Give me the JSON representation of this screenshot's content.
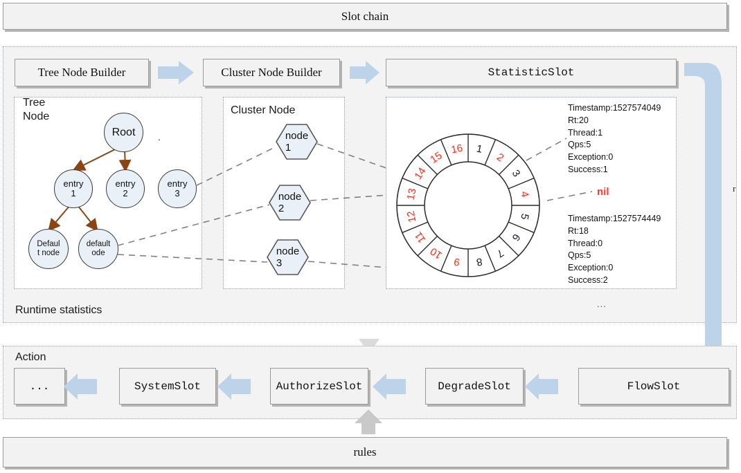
{
  "header": {
    "title": "Slot chain"
  },
  "pipeline": {
    "boxes": [
      {
        "label": "Tree Node Builder",
        "font": "serif"
      },
      {
        "label": "Cluster Node Builder",
        "font": "serif"
      },
      {
        "label": "StatisticSlot",
        "font": "mono"
      }
    ],
    "arrow_icon": "right-arrow-icon"
  },
  "runtime": {
    "label": "Runtime statistics",
    "tree_panel": {
      "title": "Tree\nNode"
    },
    "cluster_panel": {
      "title": "Cluster Node"
    },
    "statistic_panel": {
      "ellipsis": "..."
    }
  },
  "tree": {
    "nodes": [
      {
        "id": "root",
        "label": "Root"
      },
      {
        "id": "entry1",
        "label": "entry\n1"
      },
      {
        "id": "entry2",
        "label": "entry\n2"
      },
      {
        "id": "entry3",
        "label": "entry\n3"
      },
      {
        "id": "defaultnode1",
        "label": "Defaul\nt node"
      },
      {
        "id": "defaultnode2",
        "label": "default\node"
      }
    ],
    "edge_color": "#8a4513",
    "dot_marker": "."
  },
  "cluster": {
    "nodes": [
      {
        "label": "node\n1"
      },
      {
        "label": "node\n2"
      },
      {
        "label": "node\n3"
      }
    ]
  },
  "ring": {
    "segments": [
      {
        "n": 1,
        "color": "#1a1a2e"
      },
      {
        "n": 2,
        "color": "#ff2d18"
      },
      {
        "n": 3,
        "color": "#1a1a2e"
      },
      {
        "n": 4,
        "color": "#ff2d18"
      },
      {
        "n": 5,
        "color": "#1a1a2e"
      },
      {
        "n": 6,
        "color": "#1a1a2e"
      },
      {
        "n": 7,
        "color": "#1a1a2e"
      },
      {
        "n": 8,
        "color": "#1a1a2e"
      },
      {
        "n": 9,
        "color": "#ff2d18"
      },
      {
        "n": 10,
        "color": "#ff2d18"
      },
      {
        "n": 11,
        "color": "#ff2d18"
      },
      {
        "n": 12,
        "color": "#ff2d18"
      },
      {
        "n": 13,
        "color": "#ff2d18"
      },
      {
        "n": 14,
        "color": "#ff2d18"
      },
      {
        "n": 15,
        "color": "#ff2d18"
      },
      {
        "n": 16,
        "color": "#ff2d18"
      }
    ],
    "count": 16
  },
  "stats_top": {
    "text": "Timestamp:1527574049\nRt:20\nThread:1\nQps:5\nException:0\nSuccess:1"
  },
  "stats_bottom": {
    "text": "Timestamp:1527574449\nRt:18\nThread:0\nQps:5\nException:0\nSuccess:2"
  },
  "nil_label": "nil",
  "right_marker": "r",
  "action": {
    "label": "Action",
    "boxes": [
      {
        "label": "...",
        "font": "mono"
      },
      {
        "label": "SystemSlot",
        "font": "mono"
      },
      {
        "label": "AuthorizeSlot",
        "font": "mono"
      },
      {
        "label": "DegradeSlot",
        "font": "mono"
      },
      {
        "label": "FlowSlot",
        "font": "mono"
      }
    ],
    "arrow_icon": "left-arrow-icon"
  },
  "rules": {
    "label": "rules"
  },
  "colors": {
    "arrow_blue": "#bcd3ea",
    "box_fill": "#f2f2f2",
    "box_border": "#9a9a9a",
    "shadow": "#b4b4b4",
    "circle_fill": "#eaf0f7",
    "tree_edge": "#8a4513",
    "dashed_gray": "#808080",
    "red": "#ff2d18"
  }
}
